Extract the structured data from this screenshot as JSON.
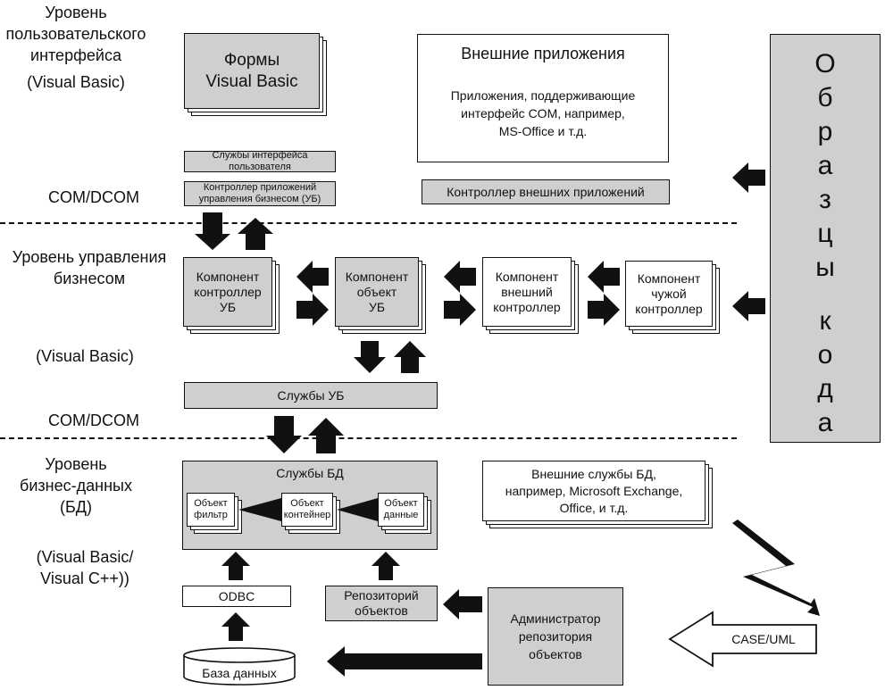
{
  "levels": {
    "ui": [
      "Уровень",
      "пользовательского",
      "интерфейса",
      "(Visual Basic)"
    ],
    "com1": "COM/DCOM",
    "business": [
      "Уровень управления",
      "бизнесом"
    ],
    "business_vb": "(Visual Basic)",
    "com2": "COM/DCOM",
    "data": [
      "Уровень",
      "бизнес-данных",
      "(БД)"
    ],
    "data_vb": [
      "(Visual Basic/",
      "Visual C++))"
    ]
  },
  "forms": [
    "Формы",
    "Visual Basic"
  ],
  "external_apps": {
    "title": "Внешние приложения",
    "desc": [
      "Приложения, поддерживающие",
      "интерфейс COM, например,",
      "MS-Office и т.д."
    ]
  },
  "ui_services": "Службы интерфейса пользователя",
  "app_controller": [
    "Контроллер приложений",
    "управления бизнесом (УБ)"
  ],
  "ext_controller": "Контроллер внешних приложений",
  "components": {
    "c1": [
      "Компонент",
      "контроллер",
      "УБ"
    ],
    "c2": [
      "Компонент",
      "объект",
      "УБ"
    ],
    "c3": [
      "Компонент",
      "внешний",
      "контроллер"
    ],
    "c4": [
      "Компонент",
      "чужой",
      "контроллер"
    ]
  },
  "ub_services": "Службы УБ",
  "db_services": {
    "title": "Службы БД",
    "obj1": [
      "Объект",
      "фильтр"
    ],
    "obj2": [
      "Объект",
      "контейнер"
    ],
    "obj3": [
      "Объект",
      "данные"
    ]
  },
  "ext_db": [
    "Внешние службы БД,",
    "например, Microsoft Exchange,",
    "Office, и т.д."
  ],
  "odbc": "ODBC",
  "repository": [
    "Репозиторий",
    "объектов"
  ],
  "admin": [
    "Администратор",
    "репозитория",
    "объектов"
  ],
  "case_uml": "CASE/UML",
  "database": "База данных",
  "code_samples": [
    "О",
    "б",
    "р",
    "а",
    "з",
    "ц",
    "ы",
    "",
    "к",
    "о",
    "д",
    "а"
  ]
}
